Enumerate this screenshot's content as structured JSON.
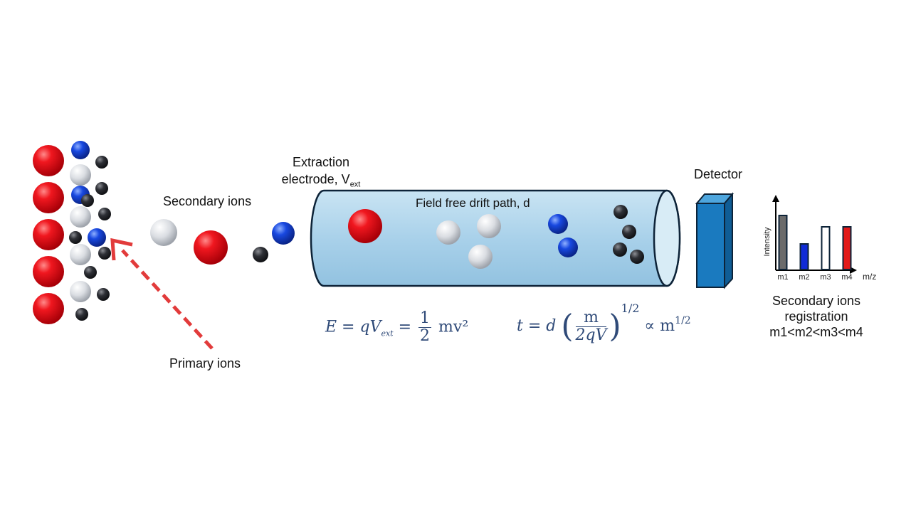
{
  "labels": {
    "secondary_ions": "Secondary ions",
    "extraction_line1": "Extraction",
    "extraction_line2": "electrode, V",
    "extraction_sub": "ext",
    "drift_path": "Field free drift path, d",
    "detector": "Detector",
    "primary_ions": "Primary ions",
    "registration_line1": "Secondary ions",
    "registration_line2": "registration",
    "registration_line3": "m1<m2<m3<m4"
  },
  "equations": {
    "energy_lhs": "E = qV",
    "energy_sub": "ext",
    "energy_eq": "=",
    "energy_frac_num": "1",
    "energy_frac_den": "2",
    "energy_rhs": "mv²",
    "time_lhs": "t = d",
    "time_frac_num": "m",
    "time_frac_den": "2qV",
    "time_power": "1/2",
    "time_prop": "∝ m",
    "time_prop_power": "1/2"
  },
  "spectrum": {
    "y_label": "Intensity",
    "x_unit": "m/z",
    "peaks": [
      {
        "label": "m1",
        "value": 0.95,
        "color": "#6b6b6b"
      },
      {
        "label": "m2",
        "value": 0.45,
        "color": "#0f2bd6"
      },
      {
        "label": "m3",
        "value": 0.75,
        "color": "#ffffff"
      },
      {
        "label": "m4",
        "value": 0.75,
        "color": "#e21a1a"
      }
    ]
  },
  "colors": {
    "red_ion": "#e8141c",
    "blue_ion": "#1646d8",
    "white_ion": "#d6d9de",
    "dark_ion": "#2b2d33",
    "tube_fill": "#acd3ea",
    "detector": "#1a7abf",
    "arrow": "#e23b3b"
  }
}
